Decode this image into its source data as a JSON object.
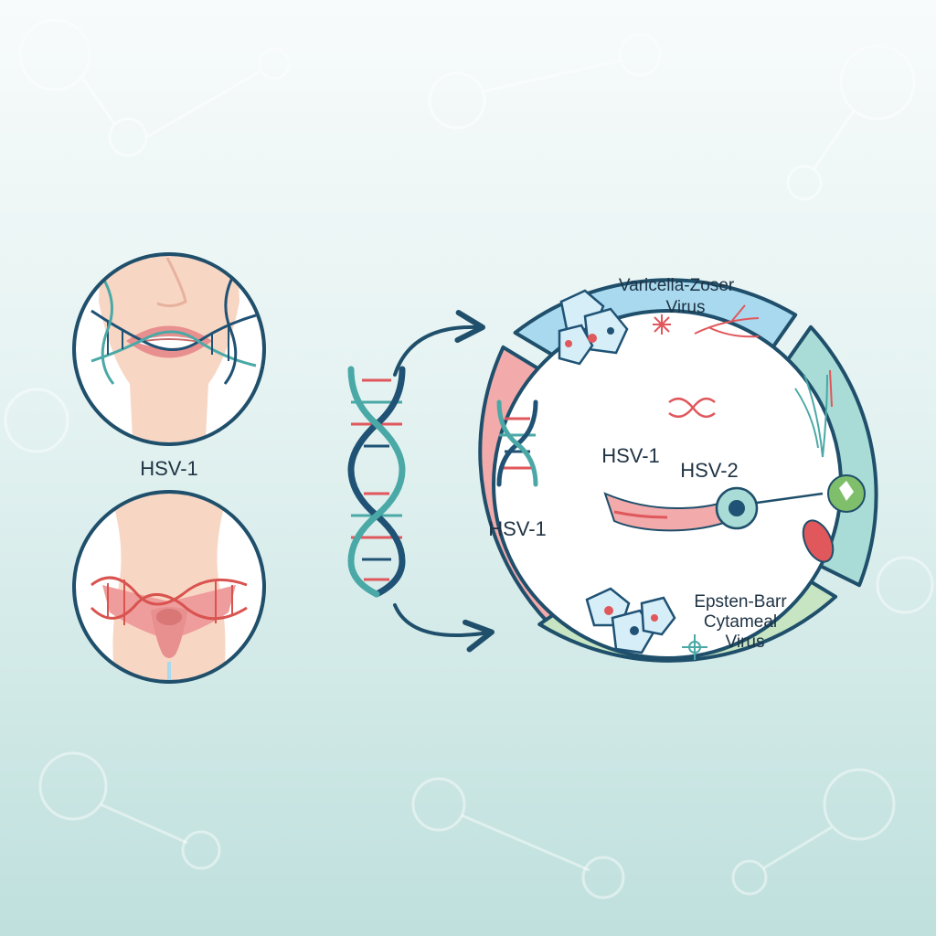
{
  "colors": {
    "background_top": "#f7fbfb",
    "background_bottom": "#bfe1de",
    "outline": "#1f4f6b",
    "hsv1_segment": "#f2aaab",
    "vzv_segment": "#a9d9ee",
    "right_segment": "#a9dcd6",
    "ebv_segment": "#c7e5c3",
    "dna_teal": "#4aa9a6",
    "dna_navy": "#1f5274",
    "dna_red": "#e0575c",
    "skin": "#f8d6c4",
    "lips": "#e98e8e"
  },
  "left_panel": {
    "oral_label": "HSV-1"
  },
  "cycle": {
    "hsv1_segment_label": "HSV-1",
    "vzv_label_line1": "Varicella-Zoser",
    "vzv_label_line2": "Virus",
    "ebv_label_line1": "Epsten-Barr",
    "ebv_label_line2": "Cytameal",
    "ebv_label_line3": "Virus",
    "center_label_a": "HSV-1",
    "center_label_b": "HSV-2"
  }
}
